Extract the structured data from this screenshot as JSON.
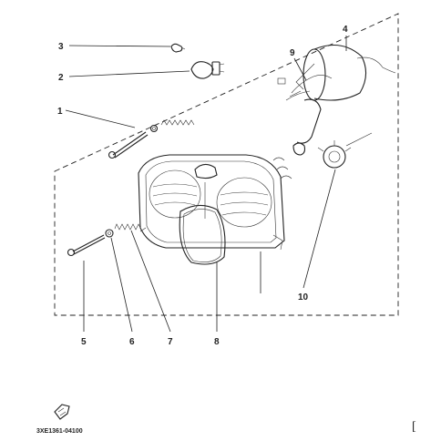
{
  "diagram": {
    "callouts": [
      {
        "id": "1",
        "label": "1"
      },
      {
        "id": "2",
        "label": "2"
      },
      {
        "id": "3",
        "label": "3"
      },
      {
        "id": "4",
        "label": "4"
      },
      {
        "id": "5",
        "label": "5"
      },
      {
        "id": "6",
        "label": "6"
      },
      {
        "id": "7",
        "label": "7"
      },
      {
        "id": "8",
        "label": "8"
      },
      {
        "id": "9",
        "label": "9"
      },
      {
        "id": "10",
        "label": "10"
      }
    ],
    "drawing_code": "3XE1361-04100",
    "corner_bracket": "["
  }
}
